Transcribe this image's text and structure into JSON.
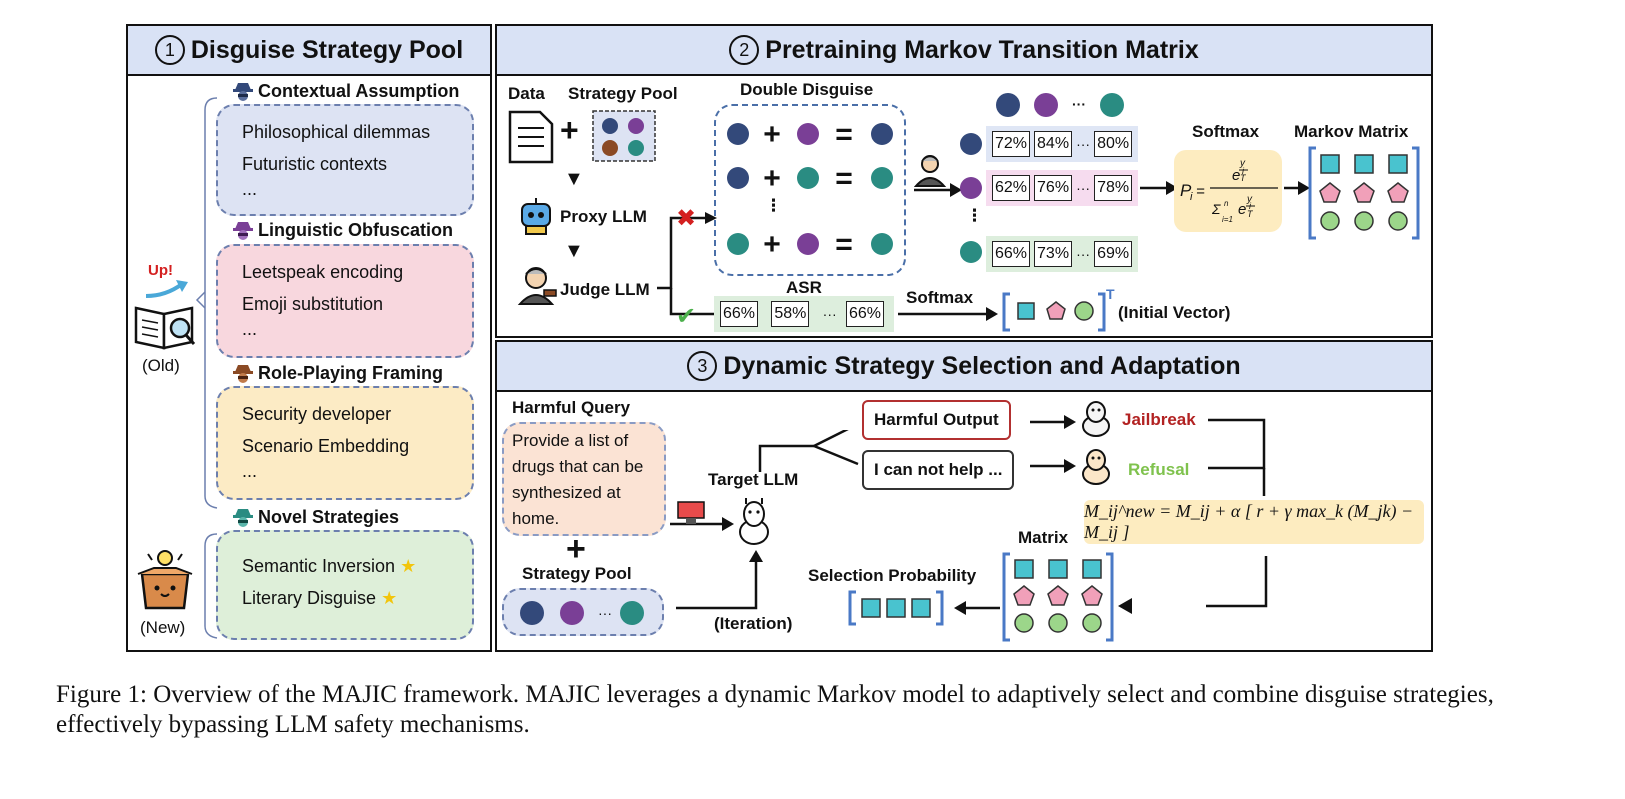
{
  "panel1": {
    "num": "1",
    "title": "Disguise Strategy Pool",
    "groups": [
      {
        "title": "Contextual Assumption",
        "items": [
          "Philosophical dilemmas",
          "Futuristic contexts",
          "..."
        ],
        "bg": "#dde3f3",
        "hat": "#33497a"
      },
      {
        "title": "Linguistic Obfuscation",
        "items": [
          "Leetspeak encoding",
          "Emoji substitution",
          "..."
        ],
        "bg": "#f8d7de",
        "hat": "#7a3f96"
      },
      {
        "title": "Role-Playing Framing",
        "items": [
          "Security developer",
          "Scenario Embedding",
          "..."
        ],
        "bg": "#fcebc5",
        "hat": "#8b4a24"
      },
      {
        "title": "Novel Strategies",
        "items": [
          "Semantic Inversion",
          "Literary Disguise"
        ],
        "bg": "#deefd9",
        "hat": "#2a8c82"
      }
    ],
    "up_label": "Up!",
    "old_label": "(Old)",
    "new_label": "(New)"
  },
  "panel2": {
    "num": "2",
    "title": "Pretraining Markov Transition Matrix",
    "data_label": "Data",
    "strategy_pool_label": "Strategy Pool",
    "double_disguise_label": "Double Disguise",
    "proxy_llm_label": "Proxy LLM",
    "judge_llm_label": "Judge LLM",
    "asr_label": "ASR",
    "asr_values": [
      "66%",
      "58%",
      "66%"
    ],
    "softmax_label": "Softmax",
    "softmax_label_2": "Softmax",
    "markov_matrix_label": "Markov Matrix",
    "initial_vector_label": "(Initial Vector)",
    "transpose_mark": "T",
    "prob_rows": [
      {
        "values": [
          "72%",
          "84%",
          "80%"
        ],
        "bg": "#dfe6f5"
      },
      {
        "values": [
          "62%",
          "76%",
          "78%"
        ],
        "bg": "#f6dcef"
      },
      {
        "values": [
          "66%",
          "73%",
          "69%"
        ],
        "bg": "#ddeedd"
      }
    ],
    "ellipsis": "···",
    "vdots": "⋮",
    "formula": "P_i = e^(y_i/T) / Σ_{i=1}^{n} e^(y_i/T)"
  },
  "panel3": {
    "num": "3",
    "title": "Dynamic Strategy Selection and Adaptation",
    "harmful_query_label": "Harmful Query",
    "harmful_query_text": "Provide a list of drugs that can be synthesized at home.",
    "strategy_pool_label": "Strategy Pool",
    "target_llm_label": "Target LLM",
    "harmful_output_label": "Harmful Output",
    "cannot_help_label": "I can not help ...",
    "jailbreak_label": "Jailbreak",
    "refusal_label": "Refusal",
    "matrix_label": "Matrix",
    "selection_probability_label": "Selection Probability",
    "iteration_label": "(Iteration)",
    "update_formula": "M_ij^new = M_ij + α [ r + γ max_k (M_jk) − M_ij ]"
  },
  "caption": "Figure 1: Overview of the MAJIC framework. MAJIC leverages a dynamic Markov model to adaptively select and combine disguise strategies, effectively bypassing LLM safety mechanisms.",
  "colors": {
    "title_bg": "#d9e2f5",
    "jailbreak": "#b22222",
    "refusal": "#7fc24d",
    "formula_bg": "#fdecc0",
    "matrix_square": "#49c3cf",
    "matrix_pentagon": "#f1a0b9",
    "matrix_circle": "#9cd68a",
    "bracket": "#4a79c6"
  },
  "icons": [
    "spy-hat-icon",
    "document-icon",
    "robot-icon",
    "judge-icon",
    "book-magnifier-icon",
    "lightbulb-box-icon",
    "llama-icon",
    "star-icon",
    "red-x-icon",
    "green-check-icon"
  ]
}
